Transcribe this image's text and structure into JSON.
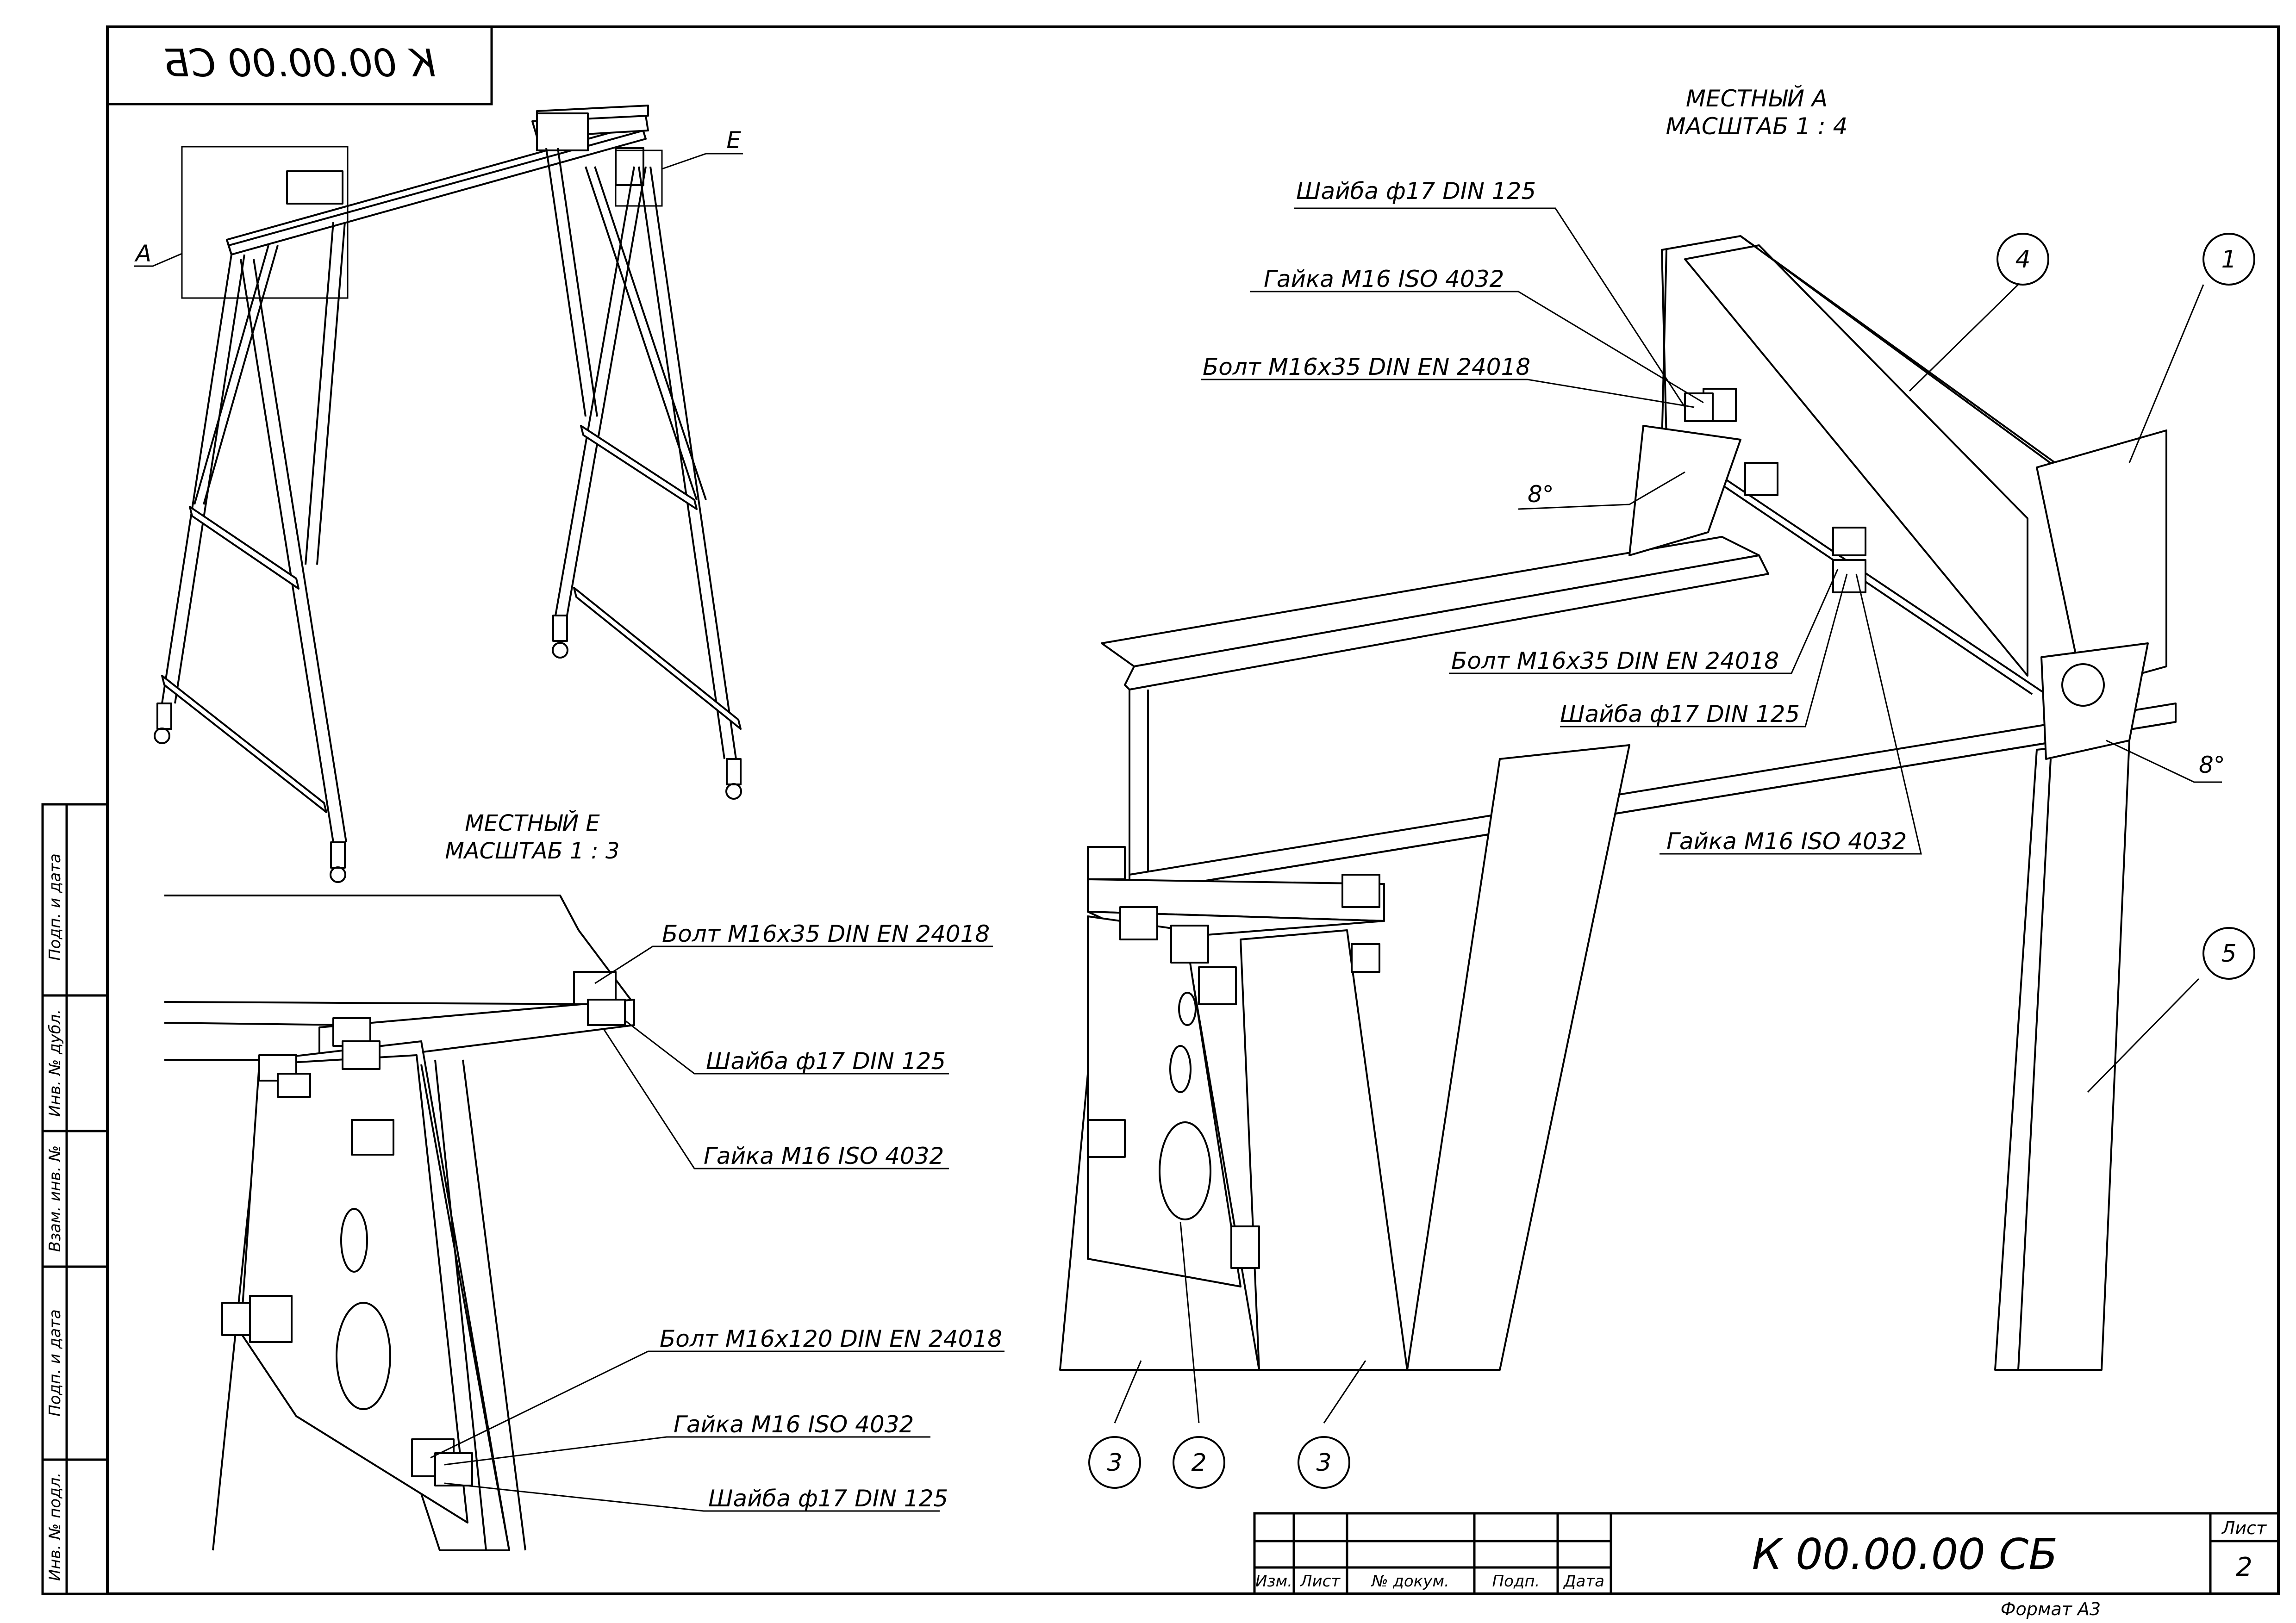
{
  "stamp_top_mirrored": "К 00.00.00 СБ",
  "designation": "К 00.00.00 СБ",
  "sheet_label": "Лист",
  "sheet_number": "2",
  "format": "Формат А3",
  "title_block_columns": [
    "Изм.",
    "Лист",
    "№ докум.",
    "Подп.",
    "Дата"
  ],
  "side_stamp": [
    "Инв. № подл.",
    "Подп. и дата",
    "Взам. инв. №",
    "Инв. № дубл.",
    "Подп. и дата"
  ],
  "callouts": {
    "A": "А",
    "E": "Е"
  },
  "view_e": {
    "title": "МЕСТНЫЙ Е",
    "scale": "МАСШТАБ 1 : 3"
  },
  "view_a": {
    "title": "МЕСТНЫЙ А",
    "scale": "МАСШТАБ 1 : 4"
  },
  "labels_e": {
    "bolt_35": "Болт М16х35 DIN EN 24018",
    "washer_1": "Шайба ф17 DIN 125",
    "nut_1": "Гайка М16 ISO 4032",
    "bolt_120": "Болт М16х120 DIN EN 24018",
    "nut_2": "Гайка М16 ISO 4032",
    "washer_2": "Шайба ф17 DIN 125"
  },
  "labels_a": {
    "washer_top": "Шайба ф17 DIN 125",
    "nut_top": "Гайка М16 ISO 4032",
    "bolt_top": "Болт М16х35 DIN EN 24018",
    "angle_1": "8°",
    "bolt_mid": "Болт М16х35 DIN EN 24018",
    "washer_mid": "Шайба ф17 DIN 125",
    "nut_mid": "Гайка М16 ISO 4032",
    "angle_2": "8°"
  },
  "positions": [
    "1",
    "2",
    "3",
    "3",
    "4",
    "5"
  ]
}
